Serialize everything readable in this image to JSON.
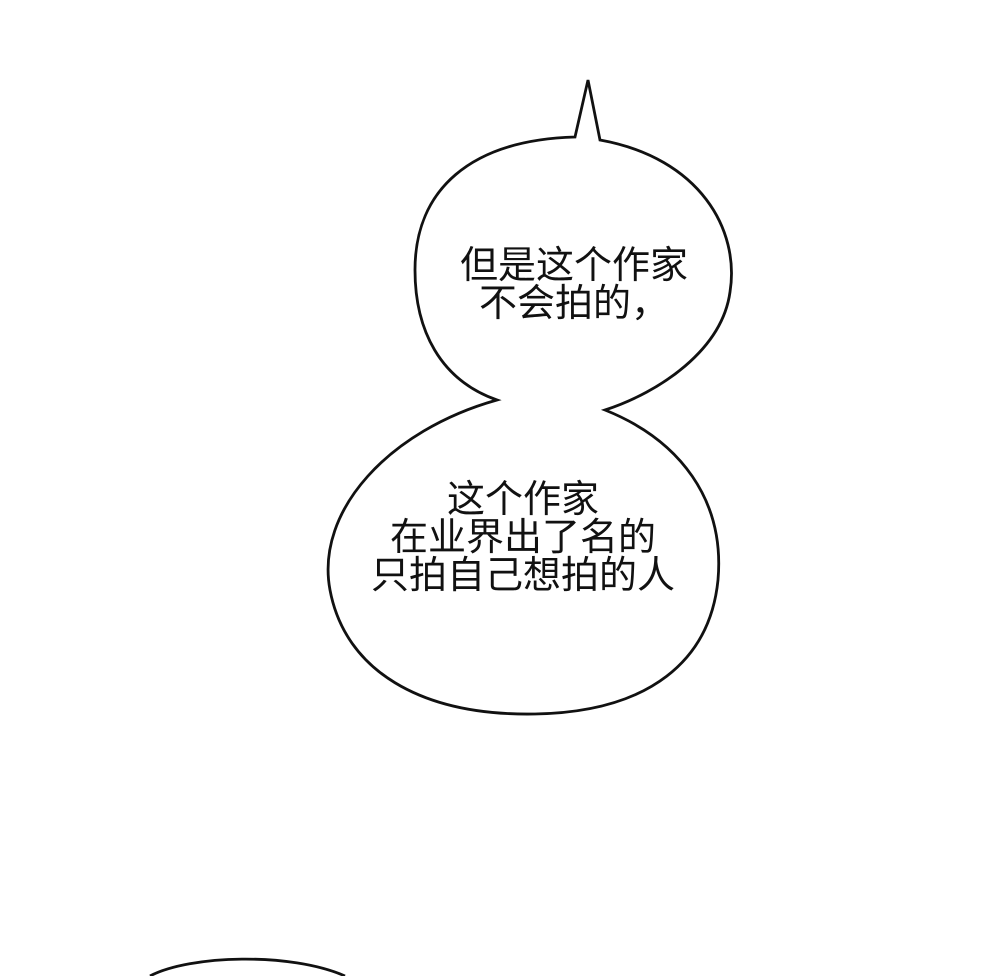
{
  "speech_bubble": {
    "upper_lines": [
      "但是这个作家",
      "不会拍的，"
    ],
    "lower_lines": [
      "这个作家",
      "在业界出了名的",
      "只拍自己想拍的人"
    ]
  },
  "colors": {
    "background": "#ffffff",
    "ink": "#111111"
  }
}
